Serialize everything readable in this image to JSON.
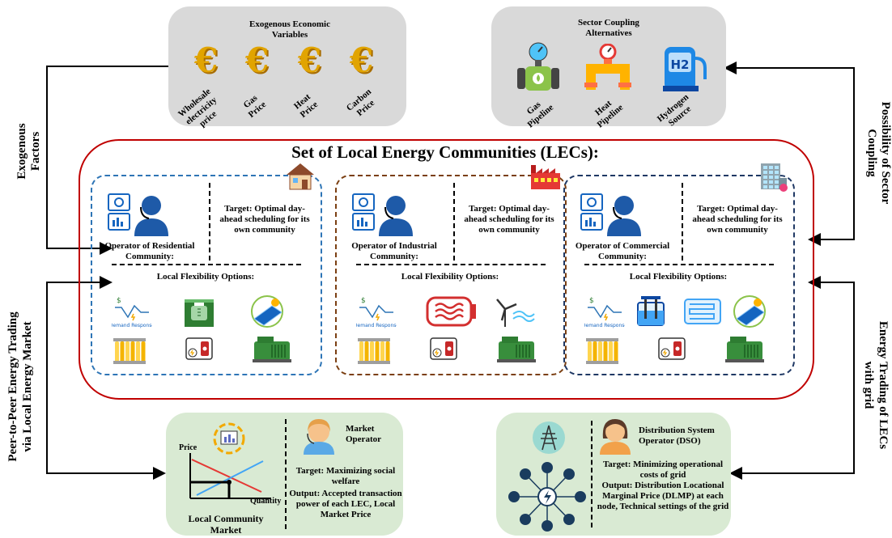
{
  "exogenous": {
    "title": "Exogenous Economic Variables",
    "euro_symbol": "€",
    "items": [
      "Wholesale electricity price",
      "Gas Price",
      "Heat Price",
      "Carbon Price"
    ],
    "side_label": "Exogenous Factors"
  },
  "sector_coupling": {
    "title": "Sector Coupling Alternatives",
    "items": [
      "Gas Pipeline",
      "Heat Pipeline",
      "Hydrogen Source"
    ],
    "side_label": "Possibility of Sector Coupling",
    "h2_label": "H2"
  },
  "lecs": {
    "title": "Set of Local Energy Communities (LECs):",
    "communities": [
      {
        "operator": "Operator of Residential Community:",
        "target": "Target: Optimal day-ahead scheduling for its own community",
        "flex_title": "Local Flexibility Options:",
        "dr_label": "Demand Response"
      },
      {
        "operator": "Operator of Industrial Community:",
        "target": "Target: Optimal day-ahead scheduling for its own community",
        "flex_title": "Local Flexibility Options:",
        "dr_label": "Demand Response"
      },
      {
        "operator": "Operator of Commercial Community:",
        "target": "Target: Optimal day-ahead scheduling for its own community",
        "flex_title": "Local Flexibility Options:",
        "dr_label": "Demand Response"
      }
    ]
  },
  "market": {
    "name": "Local Community Market",
    "operator": "Market Operator",
    "target": "Target: Maximizing social welfare",
    "output": "Output: Accepted transaction power of each LEC, Local Market Price",
    "axis_price": "Price",
    "axis_quantity": "Quantity",
    "side_label_1": "Peer-to-Peer Energy Trading",
    "side_label_2": "via Local Energy Market"
  },
  "dso": {
    "operator": "Distribution System Operator (DSO)",
    "target": "Target: Minimizing operational costs of grid",
    "output": "Output: Distribution Locational Marginal Price (DLMP) at each node, Technical settings of the grid",
    "side_label_1": "Energy Trading of LECs",
    "side_label_2": "with grid"
  },
  "colors": {
    "lec_border": "#c00000",
    "residential": "#2e75b6",
    "industrial": "#7b3f12",
    "commercial": "#1f3864",
    "grey_box": "#d9d9d9",
    "green_box": "#d9ead3",
    "euro": "#e1a400"
  }
}
